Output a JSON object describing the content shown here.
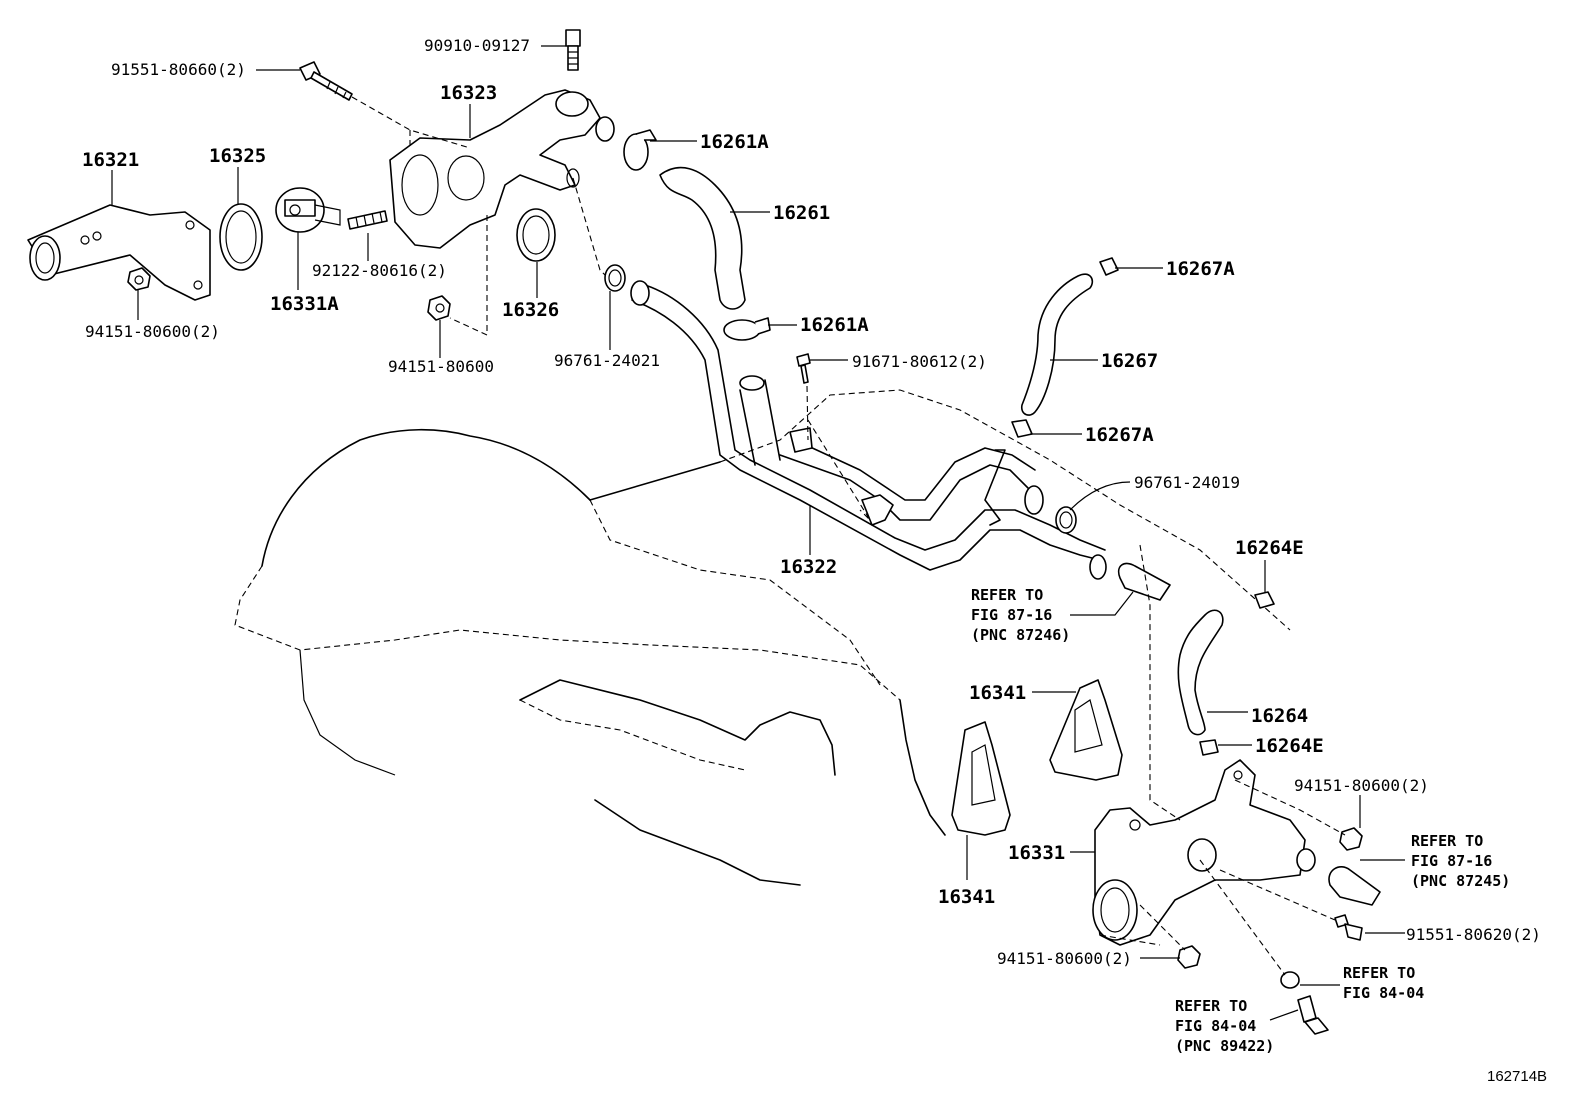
{
  "labels": {
    "p90910_09127": "90910-09127",
    "p91551_80660": "91551-80660(2)",
    "p16323": "16323",
    "p16261A_top": "16261A",
    "p16321": "16321",
    "p16325": "16325",
    "p16261": "16261",
    "p92122_80616": "92122-80616(2)",
    "p16331A": "16331A",
    "p16326": "16326",
    "p94151_80600_2_left": "94151-80600(2)",
    "p94151_80600": "94151-80600",
    "p96761_24021": "96761-24021",
    "p16261A_mid": "16261A",
    "p91671_80612": "91671-80612(2)",
    "p16267A_top": "16267A",
    "p16267": "16267",
    "p16267A_bottom": "16267A",
    "p96761_24019": "96761-24019",
    "p16322": "16322",
    "p16264E_top": "16264E",
    "p16264": "16264",
    "p16264E_bottom": "16264E",
    "p16341_top": "16341",
    "p16341_bottom": "16341",
    "p16331": "16331",
    "p94151_80600_2_right": "94151-80600(2)",
    "p91551_80620": "91551-80620(2)",
    "p94151_80600_2_bottom": "94151-80600(2)"
  },
  "references": {
    "ref_87246_line1": "REFER TO",
    "ref_87246_line2": "FIG 87-16",
    "ref_87246_line3": "(PNC 87246)",
    "ref_87245_line1": "REFER TO",
    "ref_87245_line2": "FIG 87-16",
    "ref_87245_line3": "(PNC 87245)",
    "ref_8404_right_line1": "REFER TO",
    "ref_8404_right_line2": "FIG 84-04",
    "ref_89422_line1": "REFER TO",
    "ref_89422_line2": "FIG 84-04",
    "ref_89422_line3": "(PNC 89422)"
  },
  "figure_code": "162714B"
}
